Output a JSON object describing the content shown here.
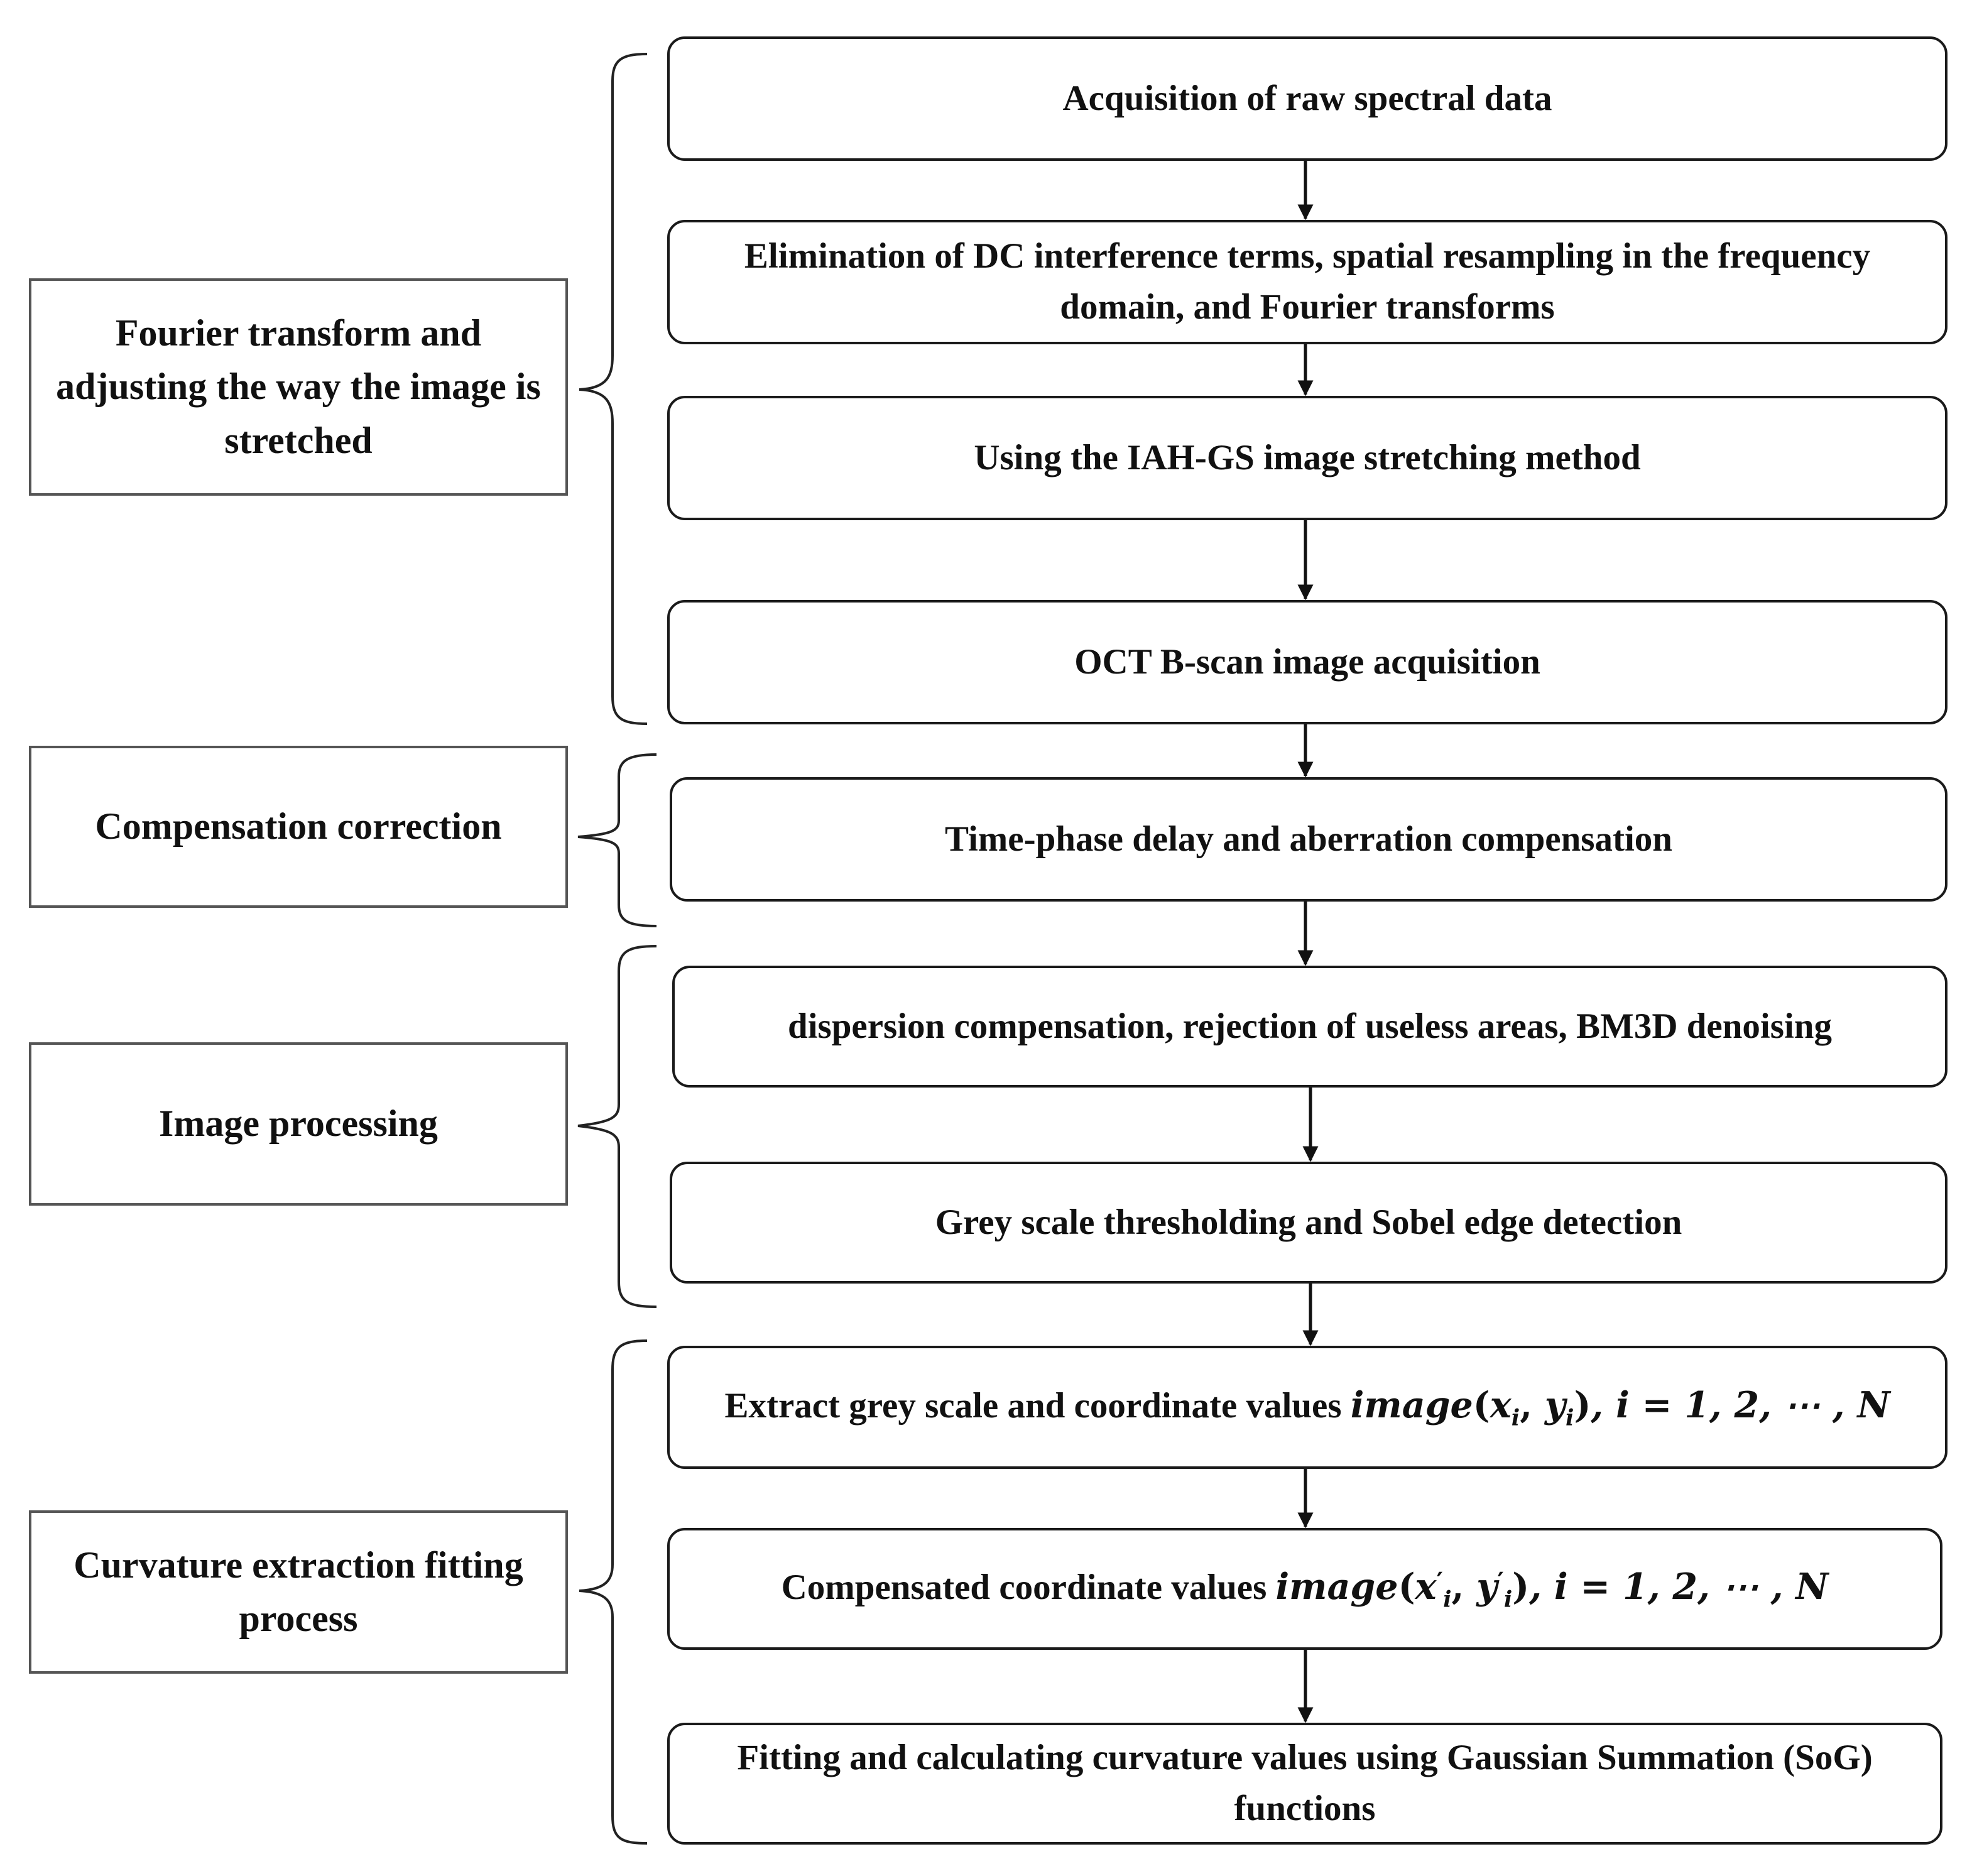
{
  "phases": [
    {
      "id": "fourier",
      "label": "Fourier transform and adjusting the way the image is stretched"
    },
    {
      "id": "compensation",
      "label": "Compensation correction"
    },
    {
      "id": "image_processing",
      "label": "Image processing"
    },
    {
      "id": "curvature",
      "label": "Curvature extraction fitting process"
    }
  ],
  "steps": [
    {
      "id": "raw_spectral",
      "label": "Acquisition of raw spectral data"
    },
    {
      "id": "dc_elimination",
      "label": "Elimination of DC interference terms, spatial resampling in the frequency domain, and Fourier transforms"
    },
    {
      "id": "iah_gs",
      "label": "Using the IAH-GS image stretching method"
    },
    {
      "id": "bscan",
      "label": "OCT B-scan image acquisition"
    },
    {
      "id": "time_phase",
      "label": "Time-phase delay and aberration compensation"
    },
    {
      "id": "dispersion",
      "label": "dispersion compensation, rejection of useless areas, BM3D denoising"
    },
    {
      "id": "threshold",
      "label": "Grey scale thresholding and Sobel edge detection"
    },
    {
      "id": "extract",
      "label": "Extract grey scale and coordinate values ",
      "math": {
        "fn": "image",
        "open": "(",
        "x": "x",
        "y": "y",
        "sub": "i",
        "comma": ", ",
        "close": ")",
        "tail": ", i = 1, 2, ⋯ , N"
      }
    },
    {
      "id": "compensated",
      "label": "Compensated coordinate values ",
      "math": {
        "fn": "image",
        "open": "(",
        "x": "x",
        "y": "y",
        "sub": "i",
        "prime": "′",
        "comma": ", ",
        "close": ")",
        "tail": ", i = 1, 2, ⋯ , N"
      }
    },
    {
      "id": "sog",
      "label": "Fitting and calculating curvature values using Gaussian Summation (SoG) functions"
    }
  ],
  "flow": [
    [
      "raw_spectral",
      "dc_elimination"
    ],
    [
      "dc_elimination",
      "iah_gs"
    ],
    [
      "iah_gs",
      "bscan"
    ],
    [
      "bscan",
      "time_phase"
    ],
    [
      "time_phase",
      "dispersion"
    ],
    [
      "dispersion",
      "threshold"
    ],
    [
      "threshold",
      "extract"
    ],
    [
      "extract",
      "compensated"
    ],
    [
      "compensated",
      "sog"
    ]
  ]
}
